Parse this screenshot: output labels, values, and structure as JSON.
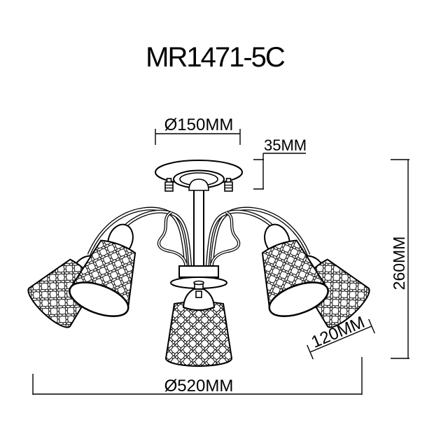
{
  "title": "MR1471-5C",
  "dimensions": {
    "canopy_diameter": "Ø150MM",
    "canopy_height": "35MM",
    "fixture_height": "260MM",
    "shade_width": "120MM",
    "fixture_diameter": "Ø520MM"
  },
  "colors": {
    "line": "#000000",
    "background": "#ffffff"
  }
}
